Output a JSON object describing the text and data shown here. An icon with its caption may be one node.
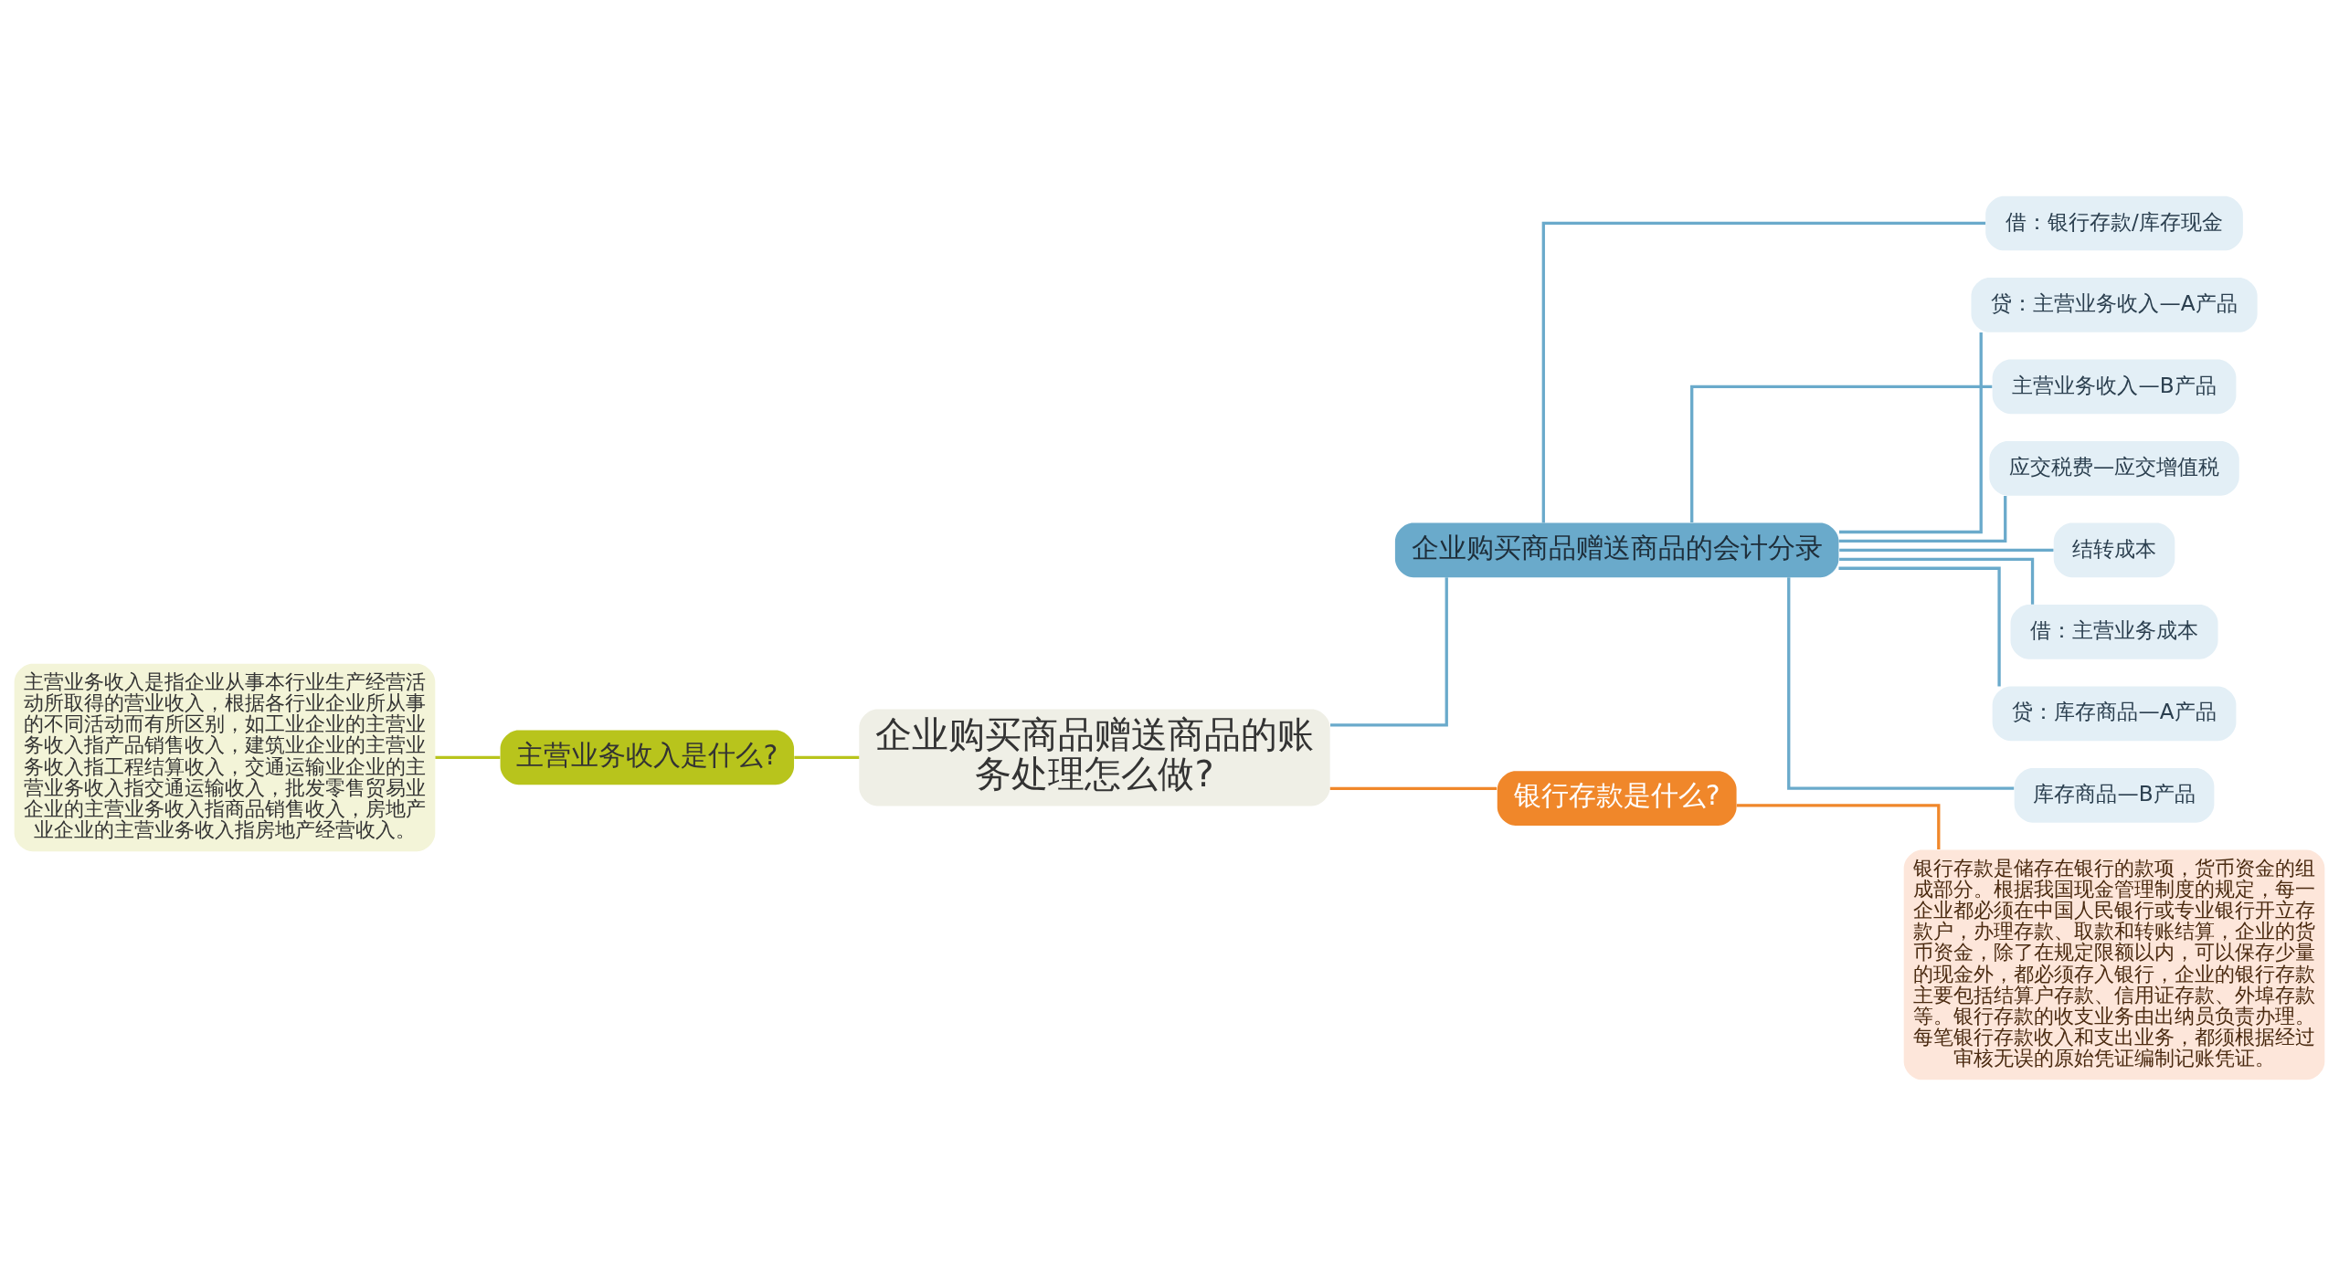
{
  "diagram": {
    "nodes": [
      {
        "text": [
          "企业购买商品赠送商品的账务处理怎么做?"
        ]
      },
      {
        "text": [
          "主营业务收入是什么?"
        ]
      },
      {
        "text": [
          "主营业务收入是指企业从事本行业生产经营活动所取得的营业收入，根据各行业企业所从事的不同活动而有所区别，如工业企业的主营业务收入指产品销售收入，建筑业企业的主营业务收入指工程结算收入，交通运输业企业的主营业务收入指交通运输收入，批发零售贸易业企业的主营业务收入指商品销售收入，房地产业企业的主营业务收入指房地产经营收入。"
        ]
      },
      {
        "text": [
          "企业购买商品赠送商品的会计分录"
        ]
      },
      {
        "text": [
          "借：银行存款/库存现金"
        ]
      },
      {
        "text": [
          "贷：主营业务收入—A产品"
        ]
      },
      {
        "text": [
          "主营业务收入—B产品"
        ]
      },
      {
        "text": [
          "应交税费—应交增值税"
        ]
      },
      {
        "text": [
          "结转成本"
        ]
      },
      {
        "text": [
          "借：主营业务成本"
        ]
      },
      {
        "text": [
          "贷：库存商品—A产品"
        ]
      },
      {
        "text": [
          "库存商品—B产品"
        ]
      },
      {
        "text": [
          "银行存款是什么?"
        ]
      },
      {
        "text": [
          "银行存款是储存在银行的款项，货币资金的组成部分。根据我国现金管理制度的规定，每一企业都必须在中国人民银行或专业银行开立存款户，办理存款、取款和转账结算，企业的货币资金，除了在规定限额以内，可以保存少量的现金外，都必须存入银行，企业的银行存款主要包括结算户存款、信用证存款、外埠存款等。银行存款的收支业务由出纳员负责办理。每笔银行存款收入和支出业务，都须根据经过审核无误的原始凭证编制记账凭证。"
        ]
      }
    ],
    "edges": [
      {
        "from": 0,
        "to": 1,
        "arrow": "none",
        "color": "#b8c41c"
      },
      {
        "from": 1,
        "to": 2,
        "arrow": "none",
        "color": "#b8c41c"
      },
      {
        "from": 0,
        "to": 3,
        "arrow": "none"
      },
      {
        "from": 3,
        "to": 4,
        "arrow": "none"
      },
      {
        "from": 3,
        "to": 5,
        "arrow": "none"
      },
      {
        "from": 3,
        "to": 6,
        "arrow": "none"
      },
      {
        "from": 3,
        "to": 7,
        "arrow": "none"
      },
      {
        "from": 3,
        "to": 8,
        "arrow": "none"
      },
      {
        "from": 3,
        "to": 9,
        "arrow": "none"
      },
      {
        "from": 3,
        "to": 10,
        "arrow": "none"
      },
      {
        "from": 3,
        "to": 11,
        "arrow": "none"
      },
      {
        "from": 0,
        "to": 12,
        "arrow": "none",
        "color": "#f0872a"
      },
      {
        "from": 12,
        "to": 13,
        "arrow": "none",
        "color": "#f0872a"
      }
    ]
  }
}
